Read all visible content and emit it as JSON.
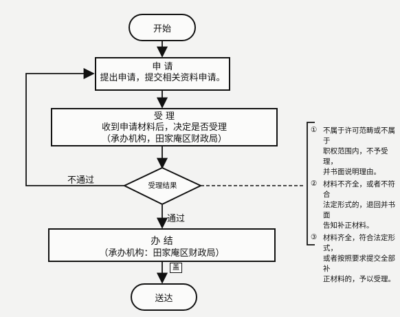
{
  "start": "开始",
  "apply": {
    "title": "申  请",
    "text": "提出申请，提交相关资料申请。"
  },
  "accept": {
    "title": "受  理",
    "line1": "收到申请材料后，决定是否受理",
    "line2": "（承办机构，田家庵区财政局）"
  },
  "decision": "受理结果",
  "fail_label": "不通过",
  "pass_label": "通过",
  "process": {
    "title": "办  结",
    "text": "（承办机构：田家庵区财政局）"
  },
  "stamp": "盖",
  "deliver": "送达",
  "notes": [
    {
      "num": "①",
      "lines": [
        "不属于许可范畴或不属于",
        "职权范围内，不予受理，",
        "并书面说明理由。"
      ]
    },
    {
      "num": "②",
      "lines": [
        "材料不齐全，或者不符合",
        "法定形式的，退回并书面",
        "告知补正材料。"
      ]
    },
    {
      "num": "③",
      "lines": [
        "材料齐全，符合法定形式，",
        "或者按照要求提交全部补",
        "正材料的，予以受理。"
      ]
    }
  ]
}
